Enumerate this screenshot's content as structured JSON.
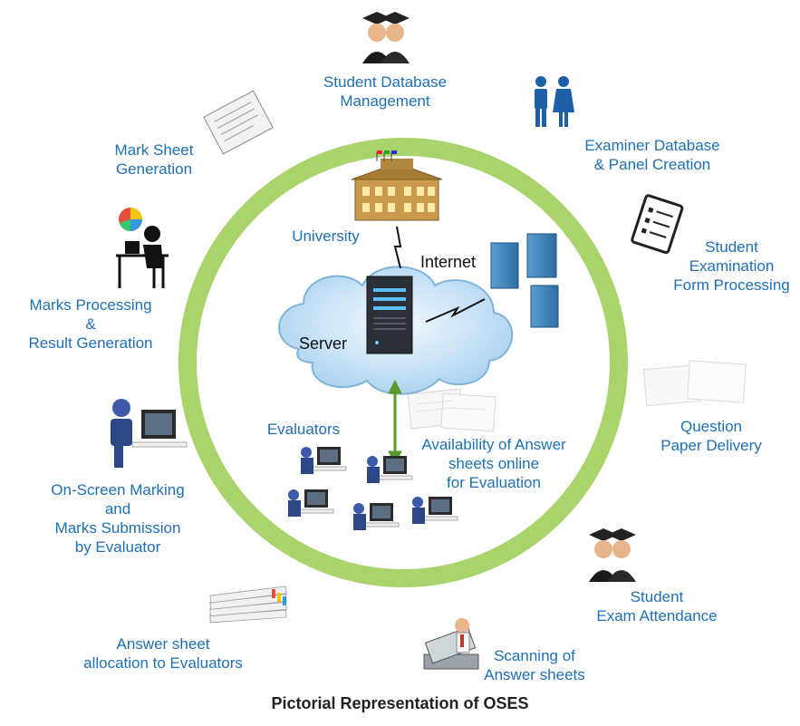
{
  "labels": {
    "student_db": [
      "Student Database",
      "Management"
    ],
    "examiner_db": [
      "Examiner Database",
      "& Panel Creation"
    ],
    "exam_form": [
      "Student",
      "Examination",
      "Form Processing"
    ],
    "question_paper": [
      "Question",
      "Paper Delivery"
    ],
    "exam_attendance": [
      "Student",
      "Exam Attendance"
    ],
    "scanning": [
      "Scanning of",
      "Answer sheets"
    ],
    "allocation": [
      "Answer sheet",
      "allocation to Evaluators"
    ],
    "onscreen_marking": [
      "On-Screen Marking",
      "and",
      "Marks Submission",
      "by Evaluator"
    ],
    "marks_processing": [
      "Marks Processing",
      "&",
      "Result Generation"
    ],
    "mark_sheet": [
      "Mark Sheet",
      "Generation"
    ],
    "university": "University",
    "internet": "Internet",
    "server": "Server",
    "evaluators": "Evaluators",
    "availability": [
      "Availability of Answer",
      "sheets online",
      "for Evaluation"
    ]
  },
  "caption": "Pictorial Representation of OSES",
  "colors": {
    "ring": "#a9d36b",
    "label_blue": "#1f6fb5",
    "arrow_green": "#5a9a2a",
    "cloud_blue": "#bcdcf2"
  }
}
